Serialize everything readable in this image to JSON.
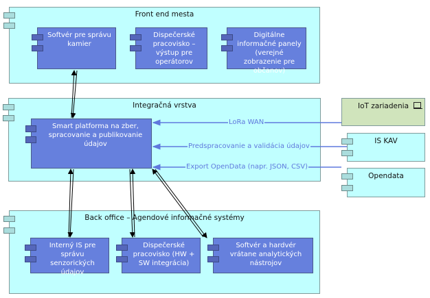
{
  "groups": {
    "front": {
      "title": "Front end mesta",
      "components": [
        "Softvér pre správu kamier",
        "Dispečerské pracovisko – výstup pre operátorov",
        "Digitálne informačné panely (verejné zobrazenie pre občanov)"
      ]
    },
    "integration": {
      "title": "Integračná vrstva",
      "components": [
        "Smart platforma na zber, spracovanie a publikovanie údajov"
      ]
    },
    "back": {
      "title": "Back office – Agendové informačné systémy",
      "components": [
        "Interný IS pre správu senzorických údajov",
        "Dispečerské pracovisko (HW + SW integrácia)",
        "Softvér a hardvér vrátane analytických nástrojov"
      ]
    }
  },
  "external": {
    "iot": "IoT zariadenia",
    "iot_icon": "device-icon",
    "iskav": "IS KAV",
    "opendata": "Opendata"
  },
  "flows": {
    "lora": "LoRa WAN",
    "validation": "Predspracovanie a validácia údajov",
    "export": "Export OpenData (napr. JSON, CSV)"
  },
  "colors": {
    "group": "#c0ffff",
    "component": "#6680dd",
    "device": "#d0e4bc",
    "flow": "#5f78dd"
  }
}
